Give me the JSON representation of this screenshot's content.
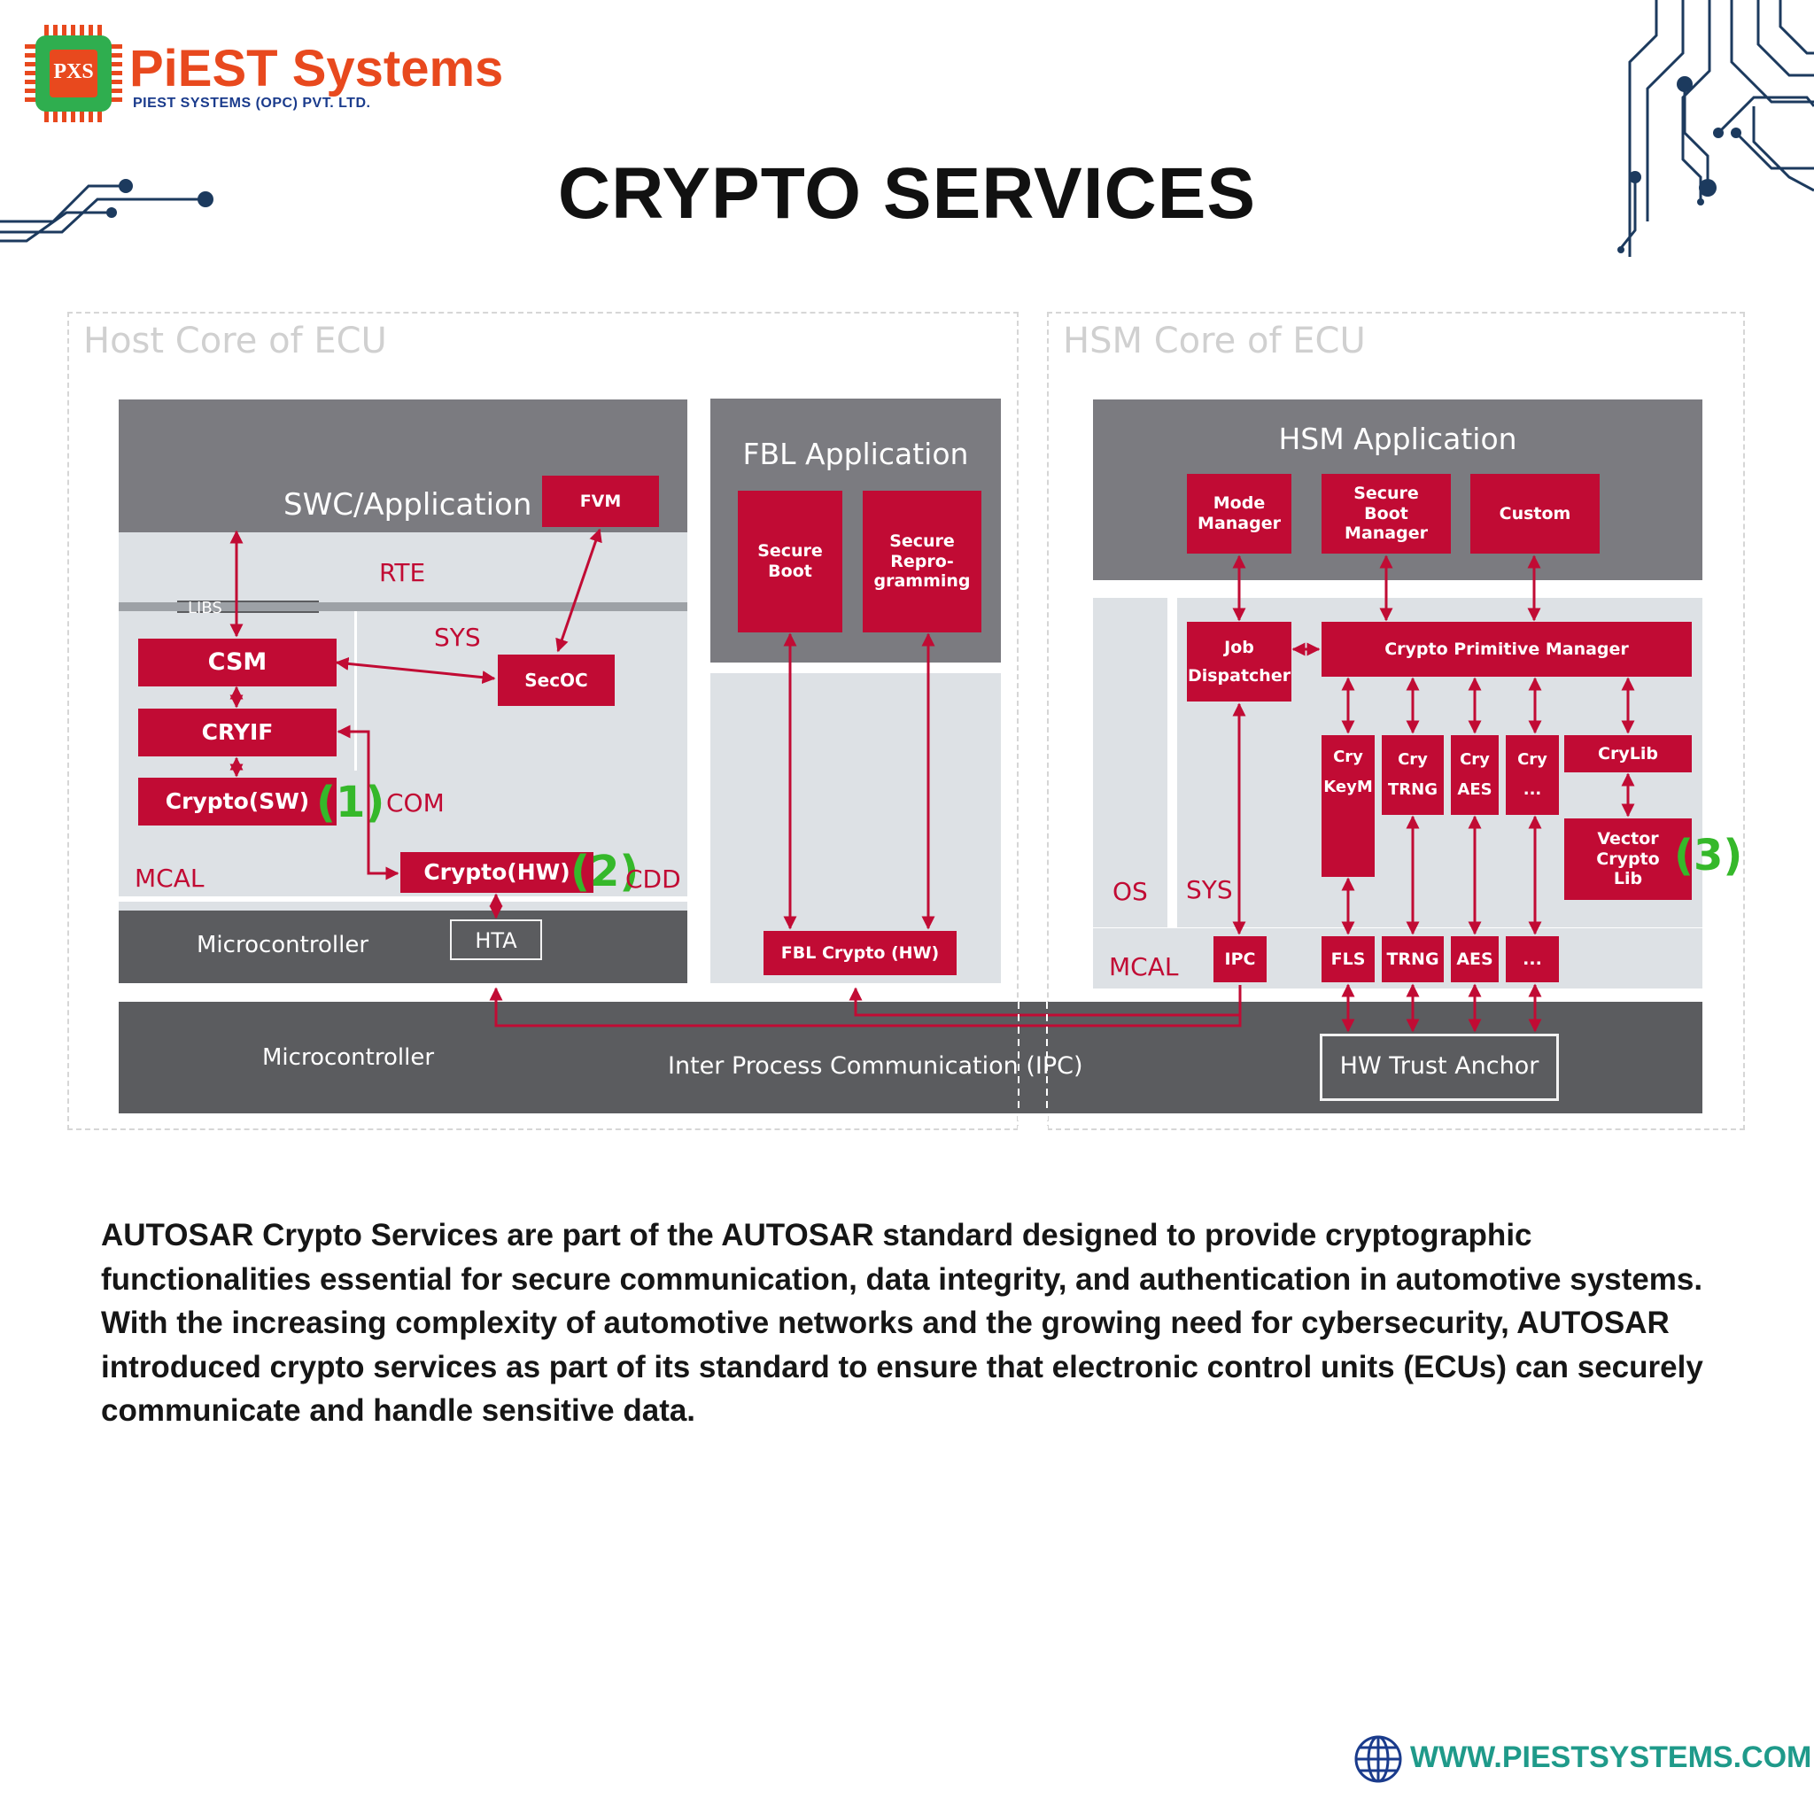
{
  "header": {
    "brand_name": "PiEST Systems",
    "brand_subtitle": "PIEST SYSTEMS (OPC) PVT. LTD.",
    "logo_letters": "PXS",
    "title": "CRYPTO SERVICES"
  },
  "diagram": {
    "host": {
      "core_label": "Host Core of ECU",
      "swc_application": "SWC/Application",
      "fvm": "FVM",
      "rte": "RTE",
      "libs": "LIBS",
      "sys": "SYS",
      "csm": "CSM",
      "secoc": "SecOC",
      "cryif": "CRYIF",
      "crypto_sw": "Crypto(SW)",
      "com": "COM",
      "mcal": "MCAL",
      "crypto_hw": "Crypto(HW)",
      "cdd": "CDD",
      "microcontroller": "Microcontroller",
      "hta": "HTA",
      "marker_1": "(1)",
      "marker_2": "(2)"
    },
    "fbl": {
      "application": "FBL Application",
      "secure_boot": "Secure Boot",
      "secure_reprogramming": "Secure Repro-gramming",
      "fbl_crypto_hw": "FBL Crypto (HW)"
    },
    "hsm": {
      "core_label": "HSM Core of ECU",
      "application": "HSM Application",
      "mode_manager": "Mode Manager",
      "secure_boot_manager": "Secure Boot Manager",
      "custom": "Custom",
      "job_dispatcher": "Job Dispatcher",
      "crypto_primitive_manager": "Crypto Primitive Manager",
      "cry_keym": "Cry KeyM",
      "cry_trng": "Cry TRNG",
      "cry_aes": "Cry AES",
      "cry_more": "Cry ...",
      "crylib": "CryLib",
      "vector_crypto_lib": "Vector Crypto Lib",
      "marker_3": "(3)",
      "os": "OS",
      "sys": "SYS",
      "mcal": "MCAL",
      "ipc": "IPC",
      "fls": "FLS",
      "trng": "TRNG",
      "aes": "AES",
      "more": "..."
    },
    "bottom": {
      "microcontroller": "Microcontroller",
      "ipc_label": "Inter Process Communication (IPC)",
      "hw_trust_anchor": "HW Trust Anchor"
    }
  },
  "description": "AUTOSAR Crypto Services are part of the AUTOSAR standard designed to provide cryptographic functionalities essential for secure communication, data integrity, and authentication in automotive systems. With the increasing complexity of automotive networks and the growing need for cybersecurity, AUTOSAR introduced crypto services as part of its standard to ensure that electronic control units (ECUs) can securely communicate and handle sensitive data.",
  "footer": {
    "url": "WWW.PIESTSYSTEMS.COM"
  },
  "colors": {
    "brand_orange": "#e8491e",
    "brand_blue": "#1a3b8c",
    "module_red": "#c10b34",
    "marker_green": "#35b82a",
    "url_teal": "#1f9a8a",
    "circuit_navy": "#1c3a5e"
  }
}
